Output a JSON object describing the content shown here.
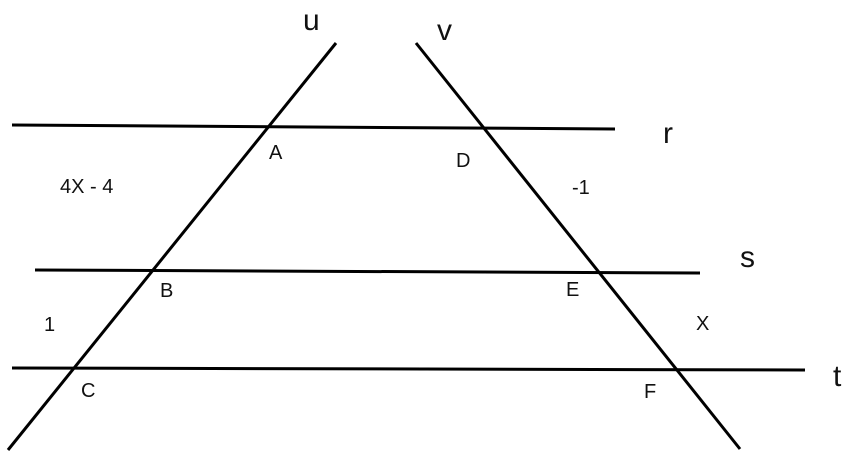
{
  "lines": {
    "transversals": [
      "u",
      "v"
    ],
    "parallels": [
      "r",
      "s",
      "t"
    ]
  },
  "points": [
    "A",
    "D",
    "B",
    "E",
    "C",
    "F"
  ],
  "segment_labels": {
    "AB": "4X - 4",
    "DE": "-1",
    "BC": "1",
    "EF": "X"
  },
  "colors": {
    "stroke": "#000000",
    "text": "#111111",
    "background": "#ffffff"
  }
}
